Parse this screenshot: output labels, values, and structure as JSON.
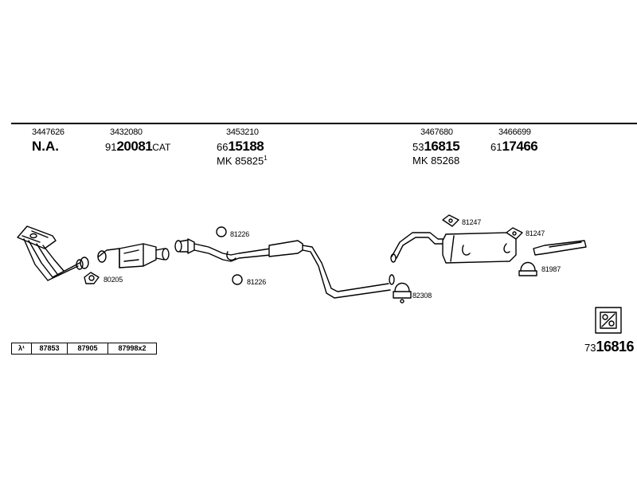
{
  "header_parts": [
    {
      "oe": "3447626",
      "number": "N.A."
    },
    {
      "oe": "3432080",
      "prefix": "91",
      "main": "20081",
      "suffix": "CAT"
    },
    {
      "oe": "3453210",
      "prefix": "66",
      "main": "15188",
      "mk": "MK 85825",
      "mk_sup": "1"
    },
    {
      "oe": "3467680",
      "prefix": "53",
      "main": "16815",
      "mk": "MK 85268"
    },
    {
      "oe": "3466699",
      "prefix": "61",
      "main": "17466"
    }
  ],
  "callouts": [
    "80205",
    "81226",
    "81226",
    "82308",
    "81247",
    "81247",
    "81987"
  ],
  "table": {
    "lambda": "λ¹",
    "cells": [
      "87853",
      "87905",
      "87998x2"
    ]
  },
  "kit": {
    "prefix": "73",
    "main": "16816"
  }
}
